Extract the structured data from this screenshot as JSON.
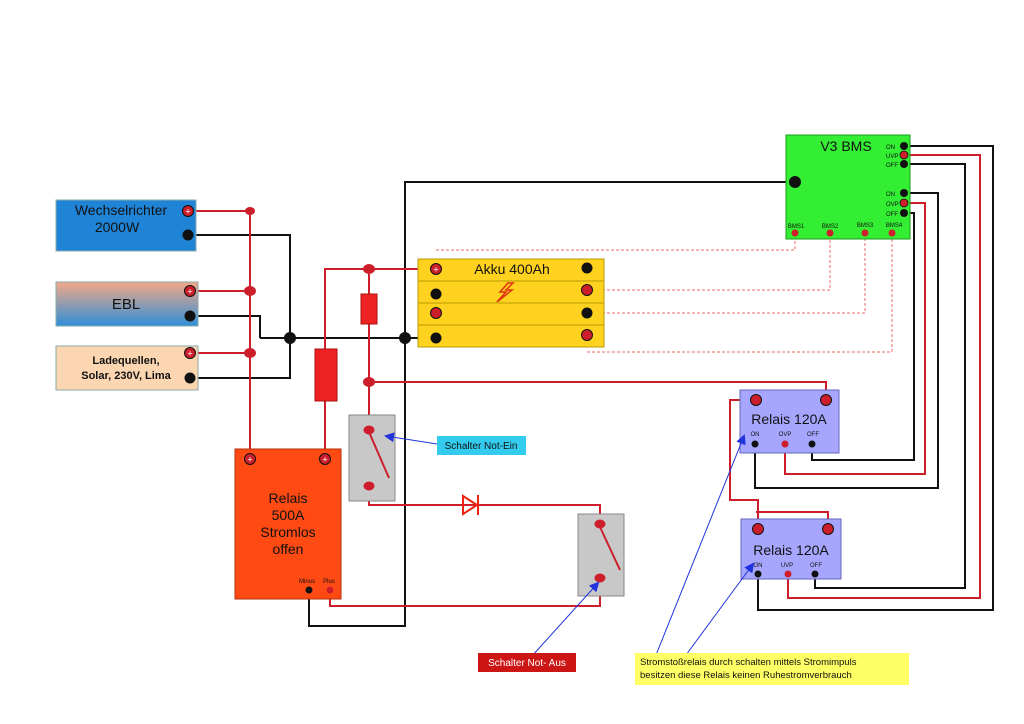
{
  "components": {
    "inverter": {
      "line1": "Wechselrichter",
      "line2": "2000W"
    },
    "ebl": {
      "label": "EBL"
    },
    "charge_sources": {
      "line1": "Ladequellen,",
      "line2": "Solar, 230V, Lima"
    },
    "battery": {
      "label": "Akku 400Ah"
    },
    "bms": {
      "title": "V3 BMS",
      "pins_upper": [
        "ON",
        "UVP",
        "OFF"
      ],
      "pins_lower": [
        "ON",
        "OVP",
        "OFF"
      ],
      "bms_pins": [
        "BMS1",
        "BMS2",
        "BMS3",
        "BMS4"
      ]
    },
    "relay_500": {
      "line1": "Relais",
      "line2": "500A",
      "line3": "Stromlos",
      "line4": "offen",
      "minus": "Minus",
      "plus": "Plus"
    },
    "relay_ovp": {
      "title": "Relais 120A",
      "pins": [
        "ON",
        "OVP",
        "OFF"
      ]
    },
    "relay_uvp": {
      "title": "Relais 120A",
      "pins": [
        "ON",
        "UVP",
        "OFF"
      ]
    }
  },
  "callouts": {
    "emergency_on": "Schalter Not-Ein",
    "emergency_off": "Schalter Not- Aus",
    "note_line1": "Stromstoßrelais durch schalten mittels Stromimpuls",
    "note_line2": "besitzen diese Relais keinen Ruhestromverbrauch"
  },
  "colors": {
    "inverter": "#1f84d6",
    "bms": "#33ee33",
    "battery": "#ffd21f",
    "relay_500": "#ff4a14",
    "relay_120": "#a6a6ff",
    "switch": "#c8c8c8",
    "wire_red": "#cc1f2b",
    "wire_black": "#111111",
    "callout_cyan": "#33ccee",
    "callout_red": "#cc1616",
    "note_yellow": "#ffff66"
  }
}
